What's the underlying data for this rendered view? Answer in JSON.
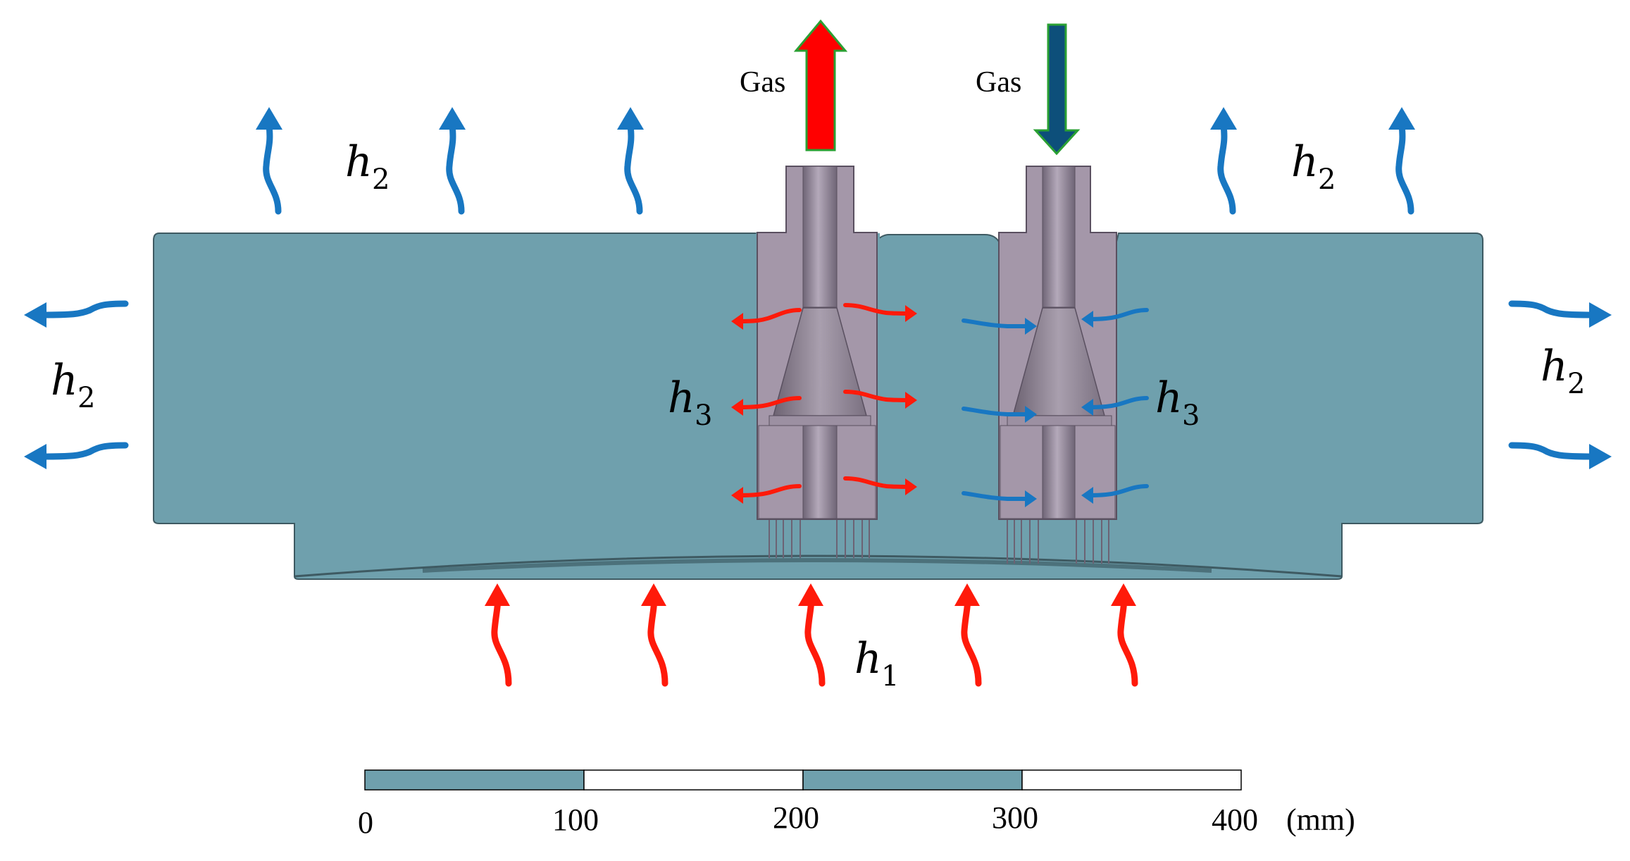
{
  "colors": {
    "steel": "#6fa0ad",
    "steel_edge": "#3e5a62",
    "nozzle": "#a497a9",
    "nozzle_dark": "#8a7e90",
    "hot_arrow": "#ff1a0a",
    "cold_arrow": "#1877c2",
    "gas_out_fill": "#ff0000",
    "gas_in_fill": "#0d4f7a",
    "arrow_outline": "#2aa033"
  },
  "labels": {
    "gas_out": "Gas",
    "gas_in": "Gas",
    "h": "h",
    "h1_sub": "1",
    "h2_sub": "2",
    "h3_sub": "3"
  },
  "scale_bar": {
    "ticks": [
      "0",
      "100",
      "200",
      "300",
      "400"
    ],
    "unit": "(mm)",
    "segment_colors": [
      "#6fa0ad",
      "#ffffff",
      "#6fa0ad",
      "#ffffff"
    ]
  }
}
